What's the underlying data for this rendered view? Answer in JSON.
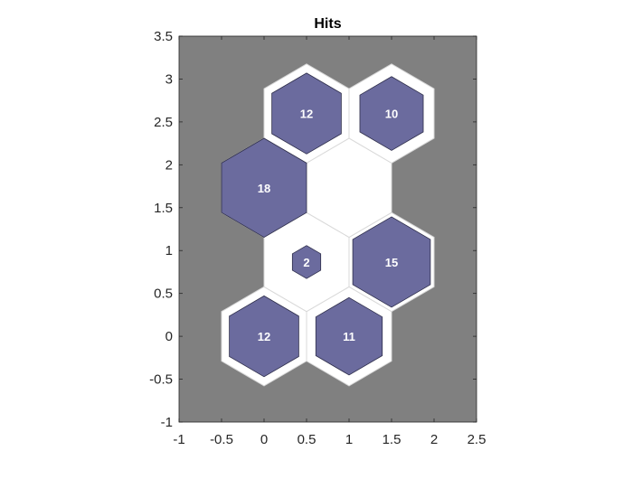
{
  "chart_data": {
    "type": "hexagonal-hits",
    "title": "Hits",
    "xlim": [
      -1,
      2.5
    ],
    "ylim": [
      -1,
      3.5
    ],
    "xticks": [
      "-1",
      "-0.5",
      "0",
      "0.5",
      "1",
      "1.5",
      "2",
      "2.5"
    ],
    "yticks": [
      "-1",
      "-0.5",
      "0",
      "0.5",
      "1",
      "1.5",
      "2",
      "2.5",
      "3",
      "3.5"
    ],
    "max_hits": 18,
    "neurons": [
      {
        "x": 0,
        "y": 0,
        "hits": 12
      },
      {
        "x": 1,
        "y": 0,
        "hits": 11
      },
      {
        "x": 0.5,
        "y": 0.866,
        "hits": 2
      },
      {
        "x": 1.5,
        "y": 0.866,
        "hits": 15
      },
      {
        "x": 0,
        "y": 1.732,
        "hits": 18
      },
      {
        "x": 1,
        "y": 1.732,
        "hits": 0
      },
      {
        "x": 0.5,
        "y": 2.598,
        "hits": 12
      },
      {
        "x": 1.5,
        "y": 2.598,
        "hits": 10
      }
    ],
    "colors": {
      "background": "#808080",
      "cell": "#ffffff",
      "hit": "#6b6b9e",
      "hit_edge": "#2e2e4a",
      "label": "#ffffff"
    }
  }
}
